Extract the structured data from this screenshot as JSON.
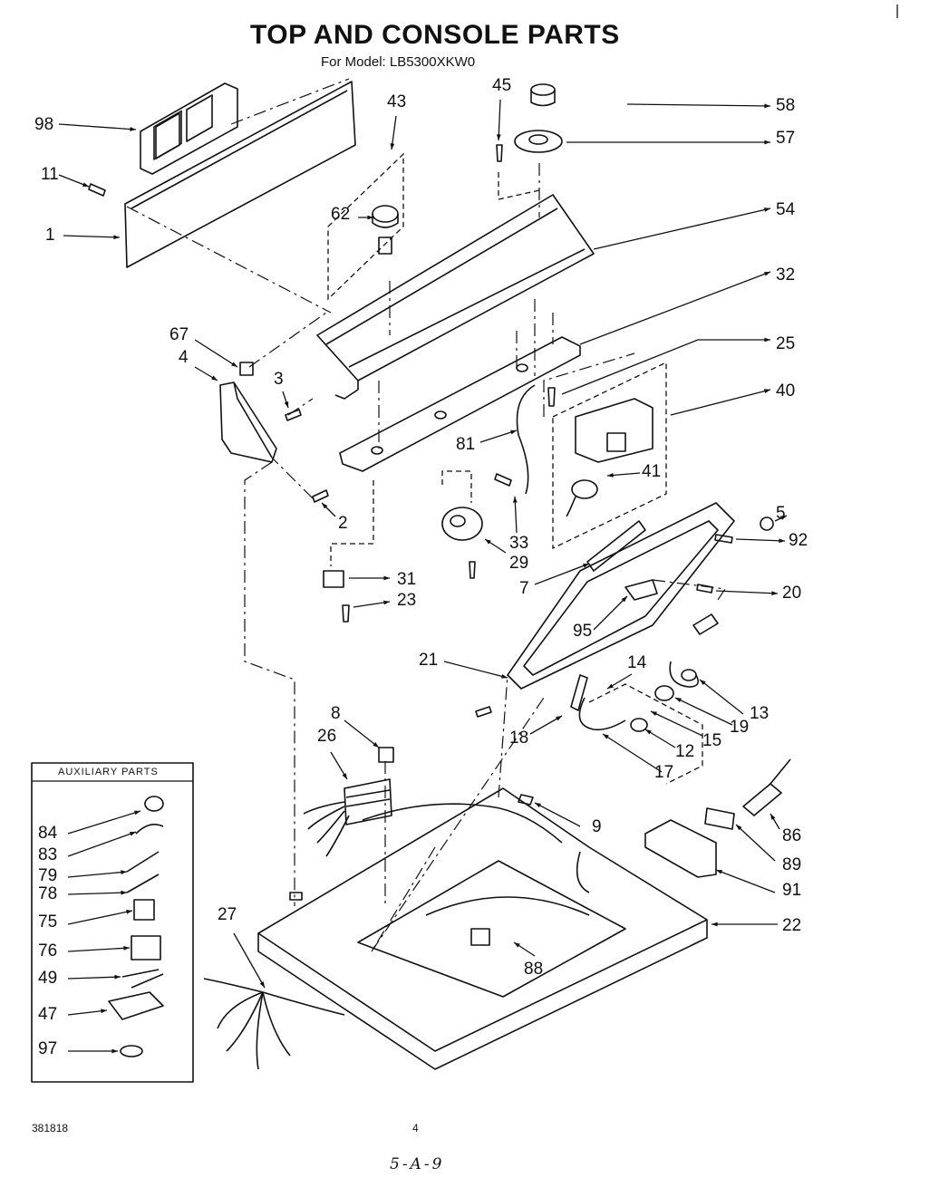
{
  "title": "TOP AND CONSOLE PARTS",
  "subtitle": "For Model: LB5300XKW0",
  "auxiliary_title": "AUXILIARY PARTS",
  "footer": {
    "code": "381818",
    "page": "4",
    "handwritten": "5-A-9"
  },
  "callouts": [
    "98",
    "11",
    "1",
    "43",
    "62",
    "45",
    "58",
    "57",
    "54",
    "32",
    "25",
    "40",
    "67",
    "4",
    "3",
    "81",
    "41",
    "2",
    "33",
    "29",
    "5",
    "92",
    "31",
    "23",
    "7",
    "20",
    "95",
    "21",
    "14",
    "18",
    "13",
    "19",
    "15",
    "12",
    "17",
    "8",
    "26",
    "9",
    "86",
    "89",
    "91",
    "22",
    "27",
    "88",
    "84",
    "83",
    "79",
    "78",
    "75",
    "76",
    "49",
    "47",
    "97"
  ]
}
